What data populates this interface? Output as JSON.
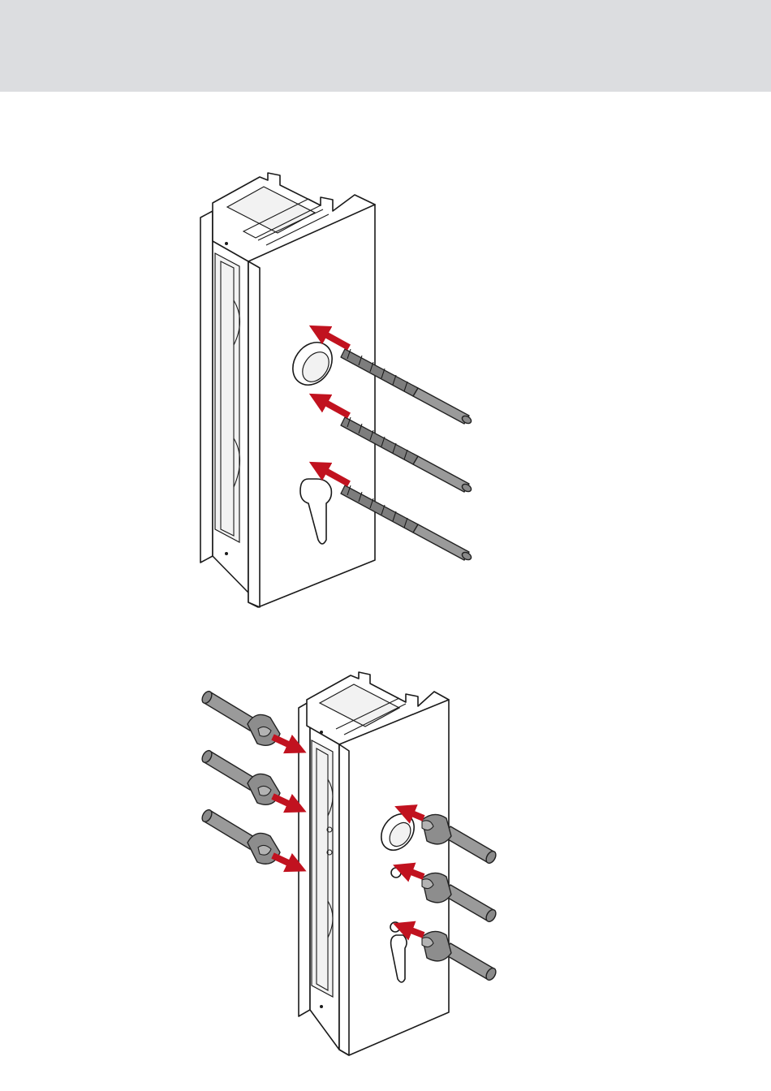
{
  "colors": {
    "header": "#dcdde0",
    "arrow": "#c1121f",
    "arrow_dark": "#8e0c16",
    "tool": "#9a9a9a",
    "profile_outline": "#1a1a1a"
  },
  "figures": [
    {
      "name": "drilling-step",
      "tool": "twist-drill",
      "holes": 3
    },
    {
      "name": "countersinking-step",
      "tool": "countersink",
      "holes_front": 3,
      "holes_side": 3
    }
  ]
}
